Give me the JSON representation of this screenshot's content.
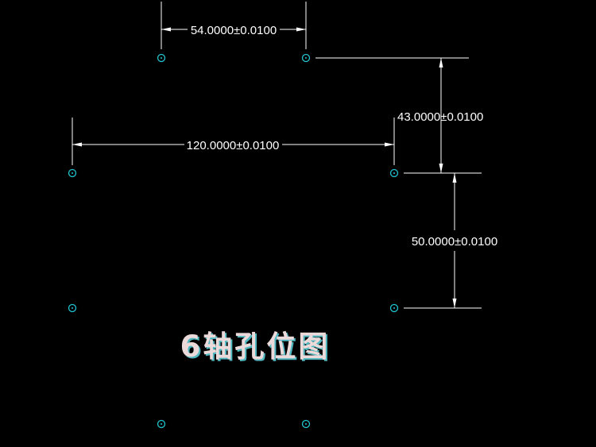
{
  "title": "6轴孔位图",
  "dimensions": {
    "top_spacing": "54.0000±0.0100",
    "row_spacing": "120.0000±0.0100",
    "vertical_offset_top": "43.0000±0.0100",
    "vertical_offset_bottom": "50.0000±0.0100"
  },
  "colors": {
    "background": "#000000",
    "lines": "#ffffff",
    "holes": "#20c4cf",
    "title_fill": "#ecdada",
    "title_shadow": "#4fb7bf"
  },
  "hole_icon": "circle-center-icon"
}
